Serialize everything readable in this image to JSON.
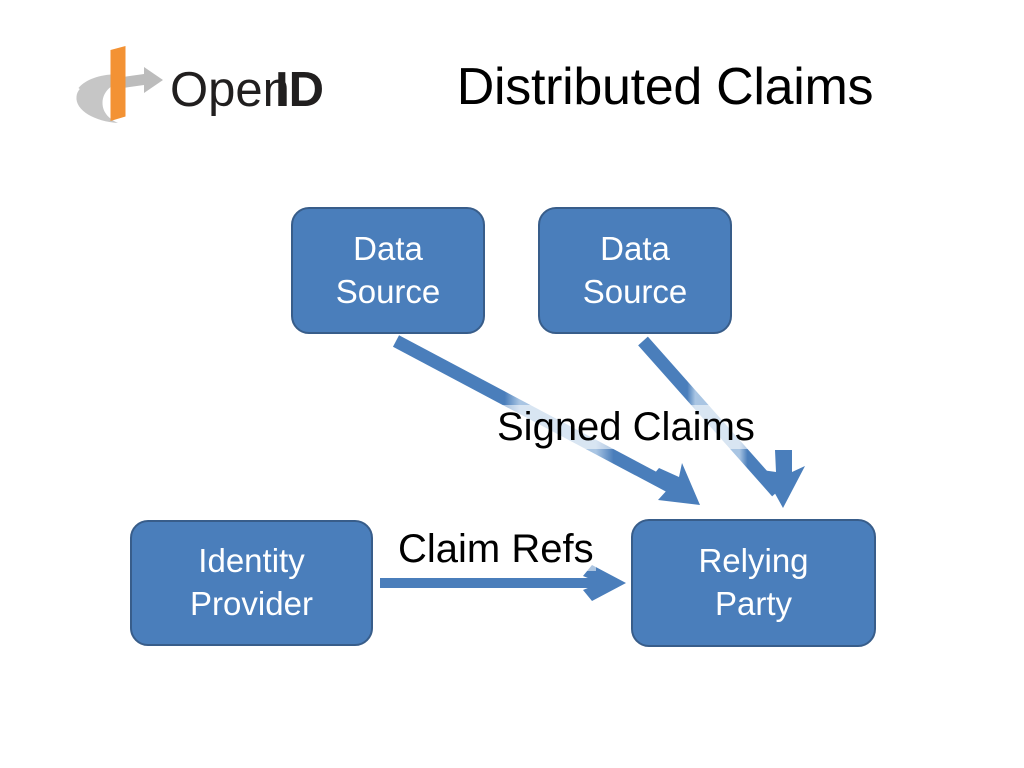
{
  "slide": {
    "title": "Distributed Claims",
    "background_color": "#ffffff",
    "logo": {
      "name": "openid-logo",
      "wordmark_open": "Open",
      "wordmark_id": "ID",
      "arc_color": "#c6c6c6",
      "bar_color": "#f39234",
      "text_color": "#211f1f"
    },
    "theme": {
      "box_fill": "#4a7ebb",
      "box_border": "#385d8a",
      "box_text": "#ffffff",
      "arrow_color": "#4a7ebb",
      "arrow_faded_color": "#a8c4e2",
      "label_text": "#000000"
    },
    "nodes": [
      {
        "id": "data-source-1",
        "line1": "Data",
        "line2": "Source"
      },
      {
        "id": "data-source-2",
        "line1": "Data",
        "line2": "Source"
      },
      {
        "id": "identity-provider",
        "line1": "Identity",
        "line2": "Provider"
      },
      {
        "id": "relying-party",
        "line1": "Relying",
        "line2": "Party"
      }
    ],
    "edges": [
      {
        "id": "signed-claims-left",
        "from": "data-source-1",
        "to": "relying-party",
        "label": "Signed Claims"
      },
      {
        "id": "signed-claims-right",
        "from": "data-source-2",
        "to": "relying-party",
        "label": ""
      },
      {
        "id": "claim-refs",
        "from": "identity-provider",
        "to": "relying-party",
        "label": "Claim Refs"
      }
    ],
    "labels": {
      "signed_claims": "Signed Claims",
      "claim_refs": "Claim Refs"
    }
  }
}
